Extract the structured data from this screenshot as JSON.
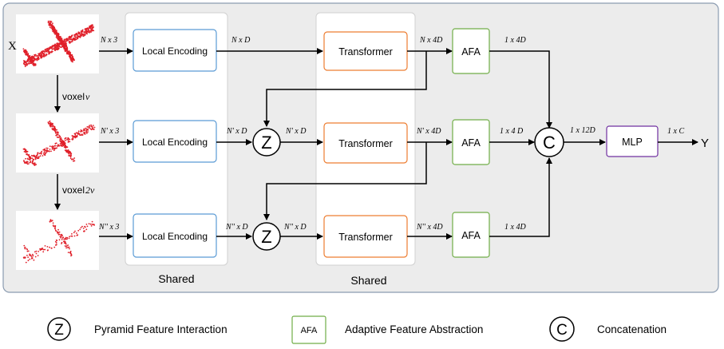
{
  "input_label": "X",
  "output_label": "Y",
  "voxel_labels": [
    "voxel v",
    "voxel 2v"
  ],
  "voxel_parts": [
    [
      "voxel",
      "v"
    ],
    [
      "voxel",
      "2v"
    ]
  ],
  "group_labels": [
    "Shared",
    "Shared"
  ],
  "blocks": {
    "local_encoding": "Local Encoding",
    "transformer": "Transformer",
    "afa": "AFA",
    "mlp": "MLP",
    "zip": "Z",
    "concat": "C"
  },
  "edge_labels": {
    "row1_in": "N x 3",
    "row2_in": "N' x 3",
    "row3_in": "N'' x 3",
    "row1_enc": "N x D",
    "row2_enc": "N' x D",
    "row3_enc": "N'' x D",
    "row2_z": "N' x D",
    "row3_z": "N'' x D",
    "row1_tr": "N x 4D",
    "row2_tr": "N' x 4D",
    "row3_tr": "N'' x 4D",
    "row1_afa": "1 x 4D",
    "row2_afa": "1 x 4 D",
    "row3_afa": "1 x 4D",
    "concat_out": "1 x 12D",
    "mlp_out": "1 x C"
  },
  "legend": [
    {
      "symbol": "Z",
      "text": "Pyramid Feature Interaction"
    },
    {
      "symbol": "AFA",
      "text": "Adaptive Feature Abstraction"
    },
    {
      "symbol": "C",
      "text": "Concatenation"
    }
  ],
  "colors": {
    "panel_bg": "#ececec",
    "panel_border": "#8a9bb0",
    "local_encoding": "#5b9bd5",
    "transformer": "#ed7d31",
    "afa": "#70ad47",
    "mlp": "#7030a0",
    "points": "#e0202a"
  }
}
